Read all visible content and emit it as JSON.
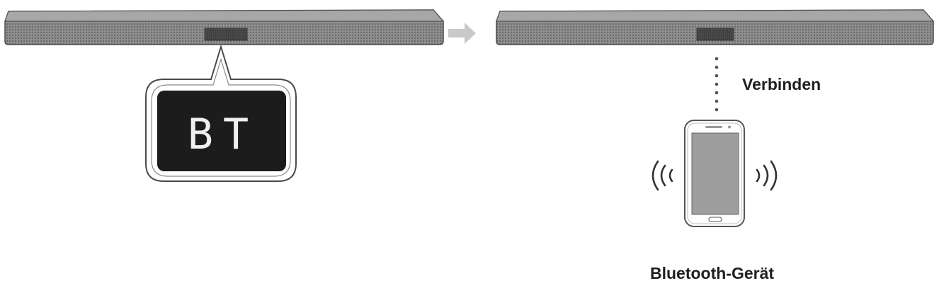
{
  "labels": {
    "connect": "Verbinden",
    "device": "Bluetooth-Gerät"
  },
  "display": {
    "text": "BT"
  },
  "icons": {
    "soundbar": "soundbar-icon",
    "arrow": "arrow-right-icon",
    "phone": "smartphone-icon",
    "waves": "signal-waves-icon"
  },
  "colors": {
    "soundbar_fill": "#8a8a8a",
    "display_bg": "#1c1c1c",
    "arrow": "#c9c9c9",
    "outline": "#555555"
  }
}
